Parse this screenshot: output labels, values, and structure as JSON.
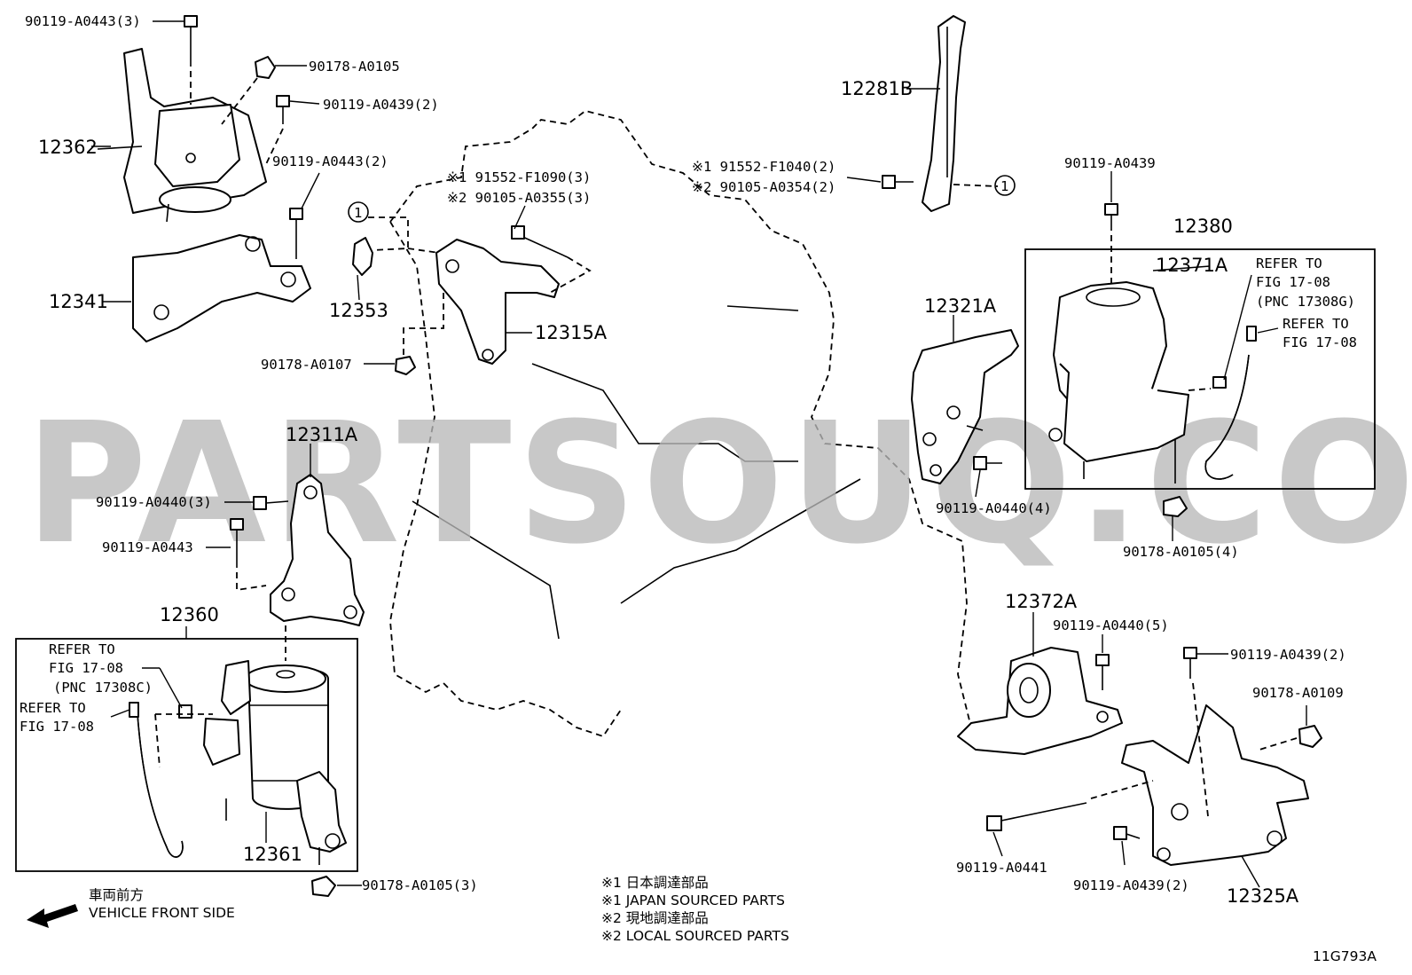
{
  "watermark": "PARTSOUQ.COM",
  "figure_id": "11G793A",
  "callouts": {
    "c12362": "12362",
    "c12341": "12341",
    "c12353": "12353",
    "c12315a": "12315A",
    "c12281b": "12281B",
    "c12380": "12380",
    "c12371a": "12371A",
    "c12321a": "12321A",
    "c12311a": "12311A",
    "c12360": "12360",
    "c12361": "12361",
    "c12372a": "12372A",
    "c12325a": "12325A",
    "b_a0443_3": "90119-A0443(3)",
    "b_a0105": "90178-A0105",
    "b_a0439_2a": "90119-A0439(2)",
    "b_a0443_2": "90119-A0443(2)",
    "b_a0107": "90178-A0107",
    "b_a0440_3": "90119-A0440(3)",
    "b_a0443": "90119-A0443",
    "b_a0105_3": "90178-A0105(3)",
    "b_a0439": "90119-A0439",
    "b_a0440_4": "90119-A0440(4)",
    "b_a0105_4": "90178-A0105(4)",
    "b_a0440_5": "90119-A0440(5)",
    "b_a0439_2b": "90119-A0439(2)",
    "b_a0109": "90178-A0109",
    "b_a0441": "90119-A0441",
    "b_a0439_2c": "90119-A0439(2)",
    "s_f1090": "※1 91552-F1090(3)",
    "s_a0355": "※2 90105-A0355(3)",
    "s_f1040": "※1 91552-F1040(2)",
    "s_a0354": "※2 90105-A0354(2)",
    "circle_ref": "1",
    "refer_a1": "REFER TO",
    "refer_a2": "FIG 17-08",
    "refer_a3": "(PNC 17308G)",
    "refer_b1": "REFER TO",
    "refer_b2": "FIG 17-08",
    "refer_c1": "REFER TO",
    "refer_c2": "FIG 17-08",
    "refer_c3": "(PNC 17308C)",
    "refer_d1": "REFER TO",
    "refer_d2": "FIG 17-08"
  },
  "legend": {
    "front_jp": "車両前方",
    "front_en": "VEHICLE FRONT SIDE",
    "notes": [
      "※1  日本調達部品",
      "※1  JAPAN SOURCED PARTS",
      "※2  現地調達部品",
      "※2  LOCAL SOURCED PARTS"
    ]
  }
}
